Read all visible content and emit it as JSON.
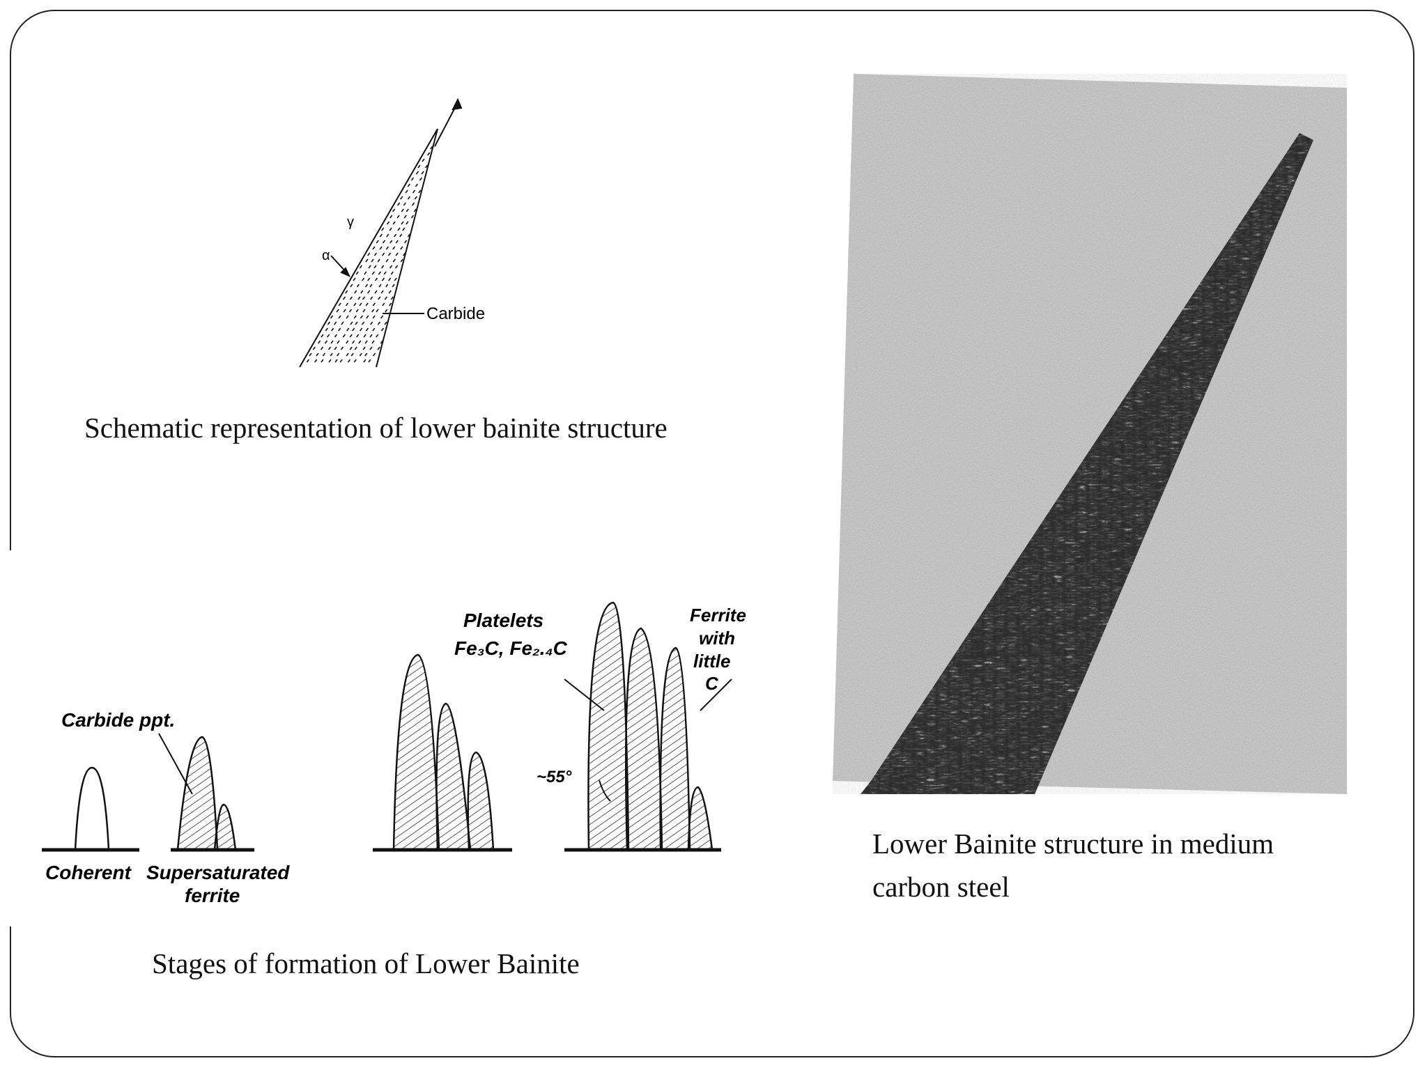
{
  "captions": {
    "schematic": "Schematic representation of lower bainite structure",
    "stages": "Stages of formation of Lower Bainite",
    "micrograph_line1": "Lower Bainite structure in medium",
    "micrograph_line2": "carbon steel"
  },
  "schematic_labels": {
    "gamma": "γ",
    "alpha": "α",
    "carbide": "Carbide"
  },
  "stages_labels": {
    "carbide_ppt": "Carbide ppt.",
    "coherent": "Coherent",
    "supersaturated": "Supersaturated",
    "ferrite": "ferrite",
    "platelets": "Platelets",
    "platelets_formula": "Fe₃C, Fe₂.₄C",
    "ferrite_with": "Ferrite",
    "ferrite_with2": "with",
    "ferrite_with3": "little",
    "ferrite_with4": "C",
    "angle": "~55°"
  },
  "colors": {
    "ink": "#111111",
    "photo_background": "#b8b8b8",
    "photo_dark": "#2a2a2a"
  }
}
